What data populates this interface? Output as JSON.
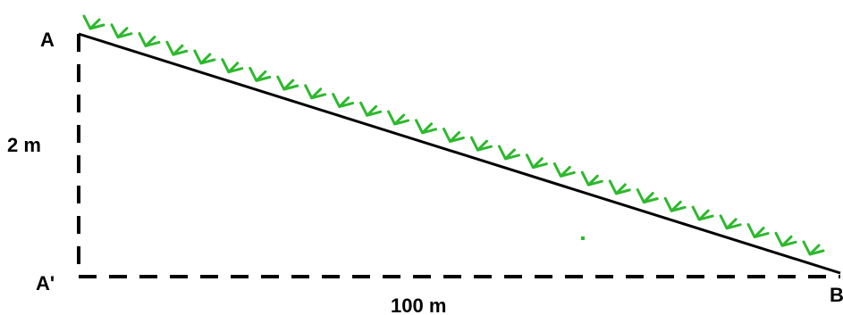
{
  "labels": {
    "top_vertex": "A",
    "bottom_left_vertex": "A'",
    "bottom_right_vertex": "B",
    "height": "2 m",
    "base": "100 m"
  },
  "colors": {
    "lines": "#000000",
    "grass": "#2eb82e"
  },
  "marks": {
    "grass_tufts": 27,
    "grass_icon": "grass-tuft-icon"
  }
}
